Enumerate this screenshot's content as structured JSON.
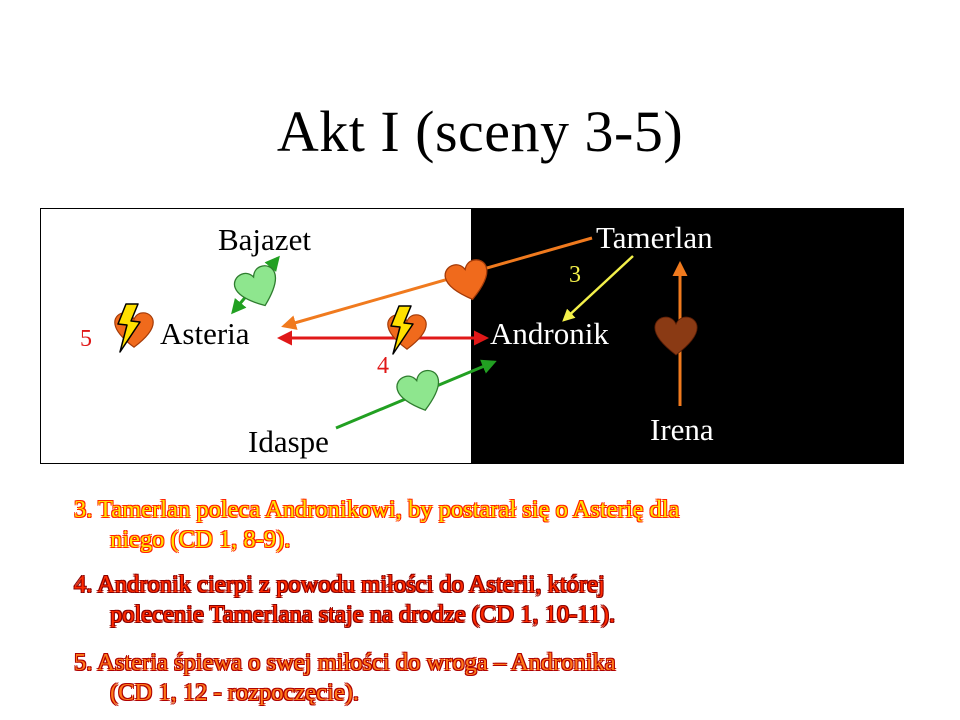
{
  "slide": {
    "title": "Akt I (sceny 3-5)"
  },
  "diagram": {
    "characters": {
      "bajazet": "Bajazet",
      "asteria": "Asteria",
      "idaspe": "Idaspe",
      "tamerlan": "Tamerlan",
      "andronik": "Andronik",
      "irena": "Irena"
    },
    "scene_numbers": {
      "three": "3",
      "four": "4",
      "five": "5"
    },
    "colors": {
      "left_panel": "#ffffff",
      "right_panel": "#000000",
      "arrow_green": "#22a022",
      "arrow_orange": "#f07a1e",
      "arrow_red": "#e01818",
      "arrow_yellow": "#f3f04a",
      "heart_green": "#8ee68e",
      "heart_orange": "#f06a1c",
      "heart_brown": "#8a3a14",
      "lightning": "#ffe000"
    },
    "icons": [
      "green-heart-icon",
      "orange-heart-icon",
      "broken-heart-icon",
      "brown-heart-icon"
    ]
  },
  "scenes": [
    {
      "line1": "3. Tamerlan poleca Andronikowi, by postarał się o Asterię dla",
      "line2": "niego (CD 1, 8-9)."
    },
    {
      "line1": "4. Andronik cierpi z powodu miłości do Asterii, której",
      "line2": "polecenie Tamerlana staje na drodze (CD 1, 10-11)."
    },
    {
      "line1": "5. Asteria śpiewa o swej miłości do wroga – Andronika",
      "line2": "(CD 1, 12 - rozpoczęcie)."
    }
  ]
}
